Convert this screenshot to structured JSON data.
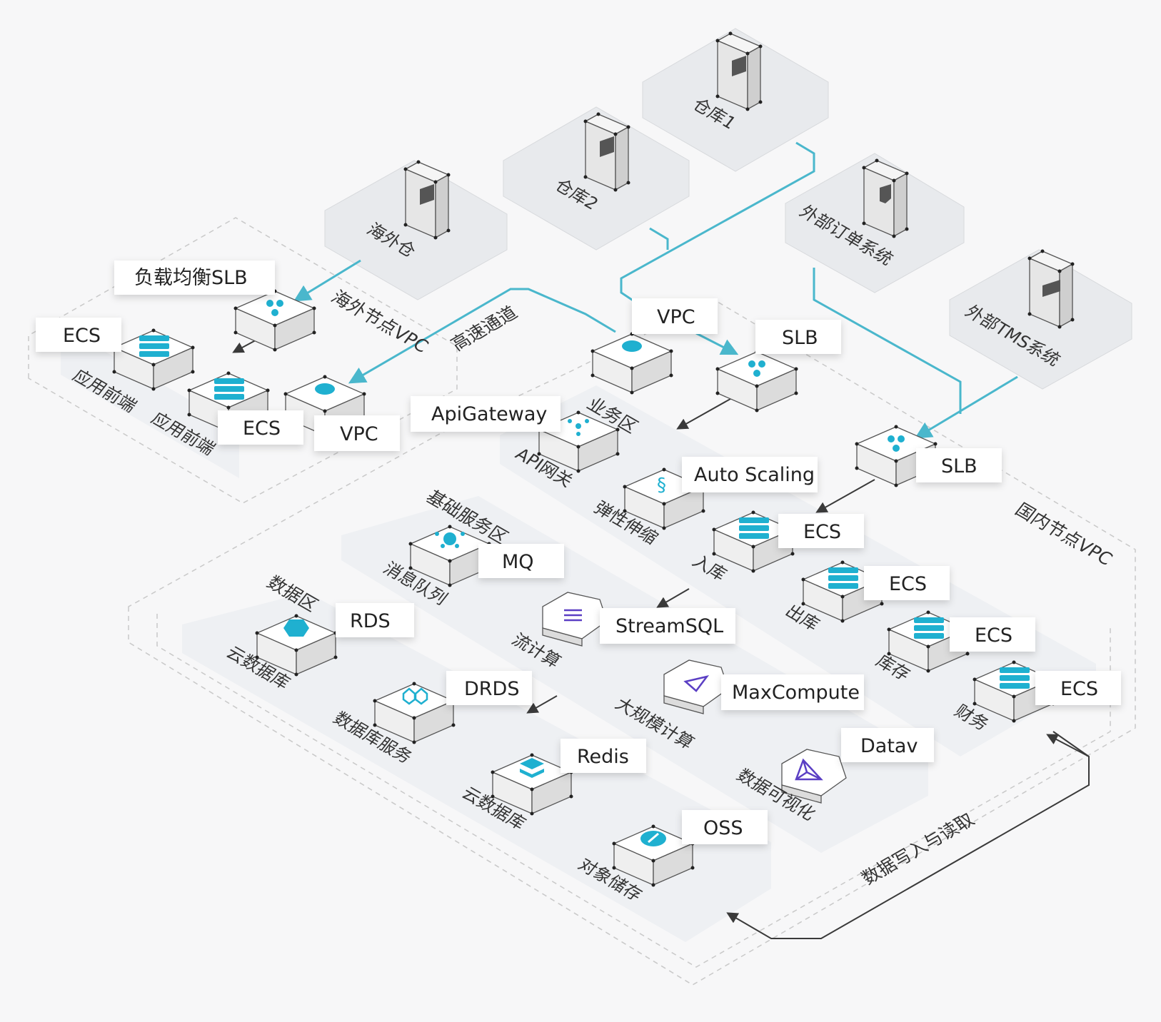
{
  "external": {
    "warehouse1": "仓库1",
    "warehouse2": "仓库2",
    "overseas_warehouse": "海外仓",
    "order_system": "外部订单系统",
    "tms_system": "外部TMS系统"
  },
  "zones": {
    "overseas_vpc": "海外节点VPC",
    "domestic_vpc": "国内节点VPC",
    "express_channel": "高速通道",
    "business_area": "业务区",
    "base_service_area": "基础服务区",
    "data_area": "数据区",
    "data_rw": "数据写入与读取"
  },
  "overseas": {
    "slb_callout": "负载均衡SLB",
    "ecs1_callout": "ECS",
    "ecs1_label": "应用前端",
    "ecs2_callout": "ECS",
    "ecs2_label": "应用前端",
    "vpc_callout": "VPC"
  },
  "domestic": {
    "vpc_callout": "VPC",
    "slb_callout": "SLB",
    "slb2_callout": "SLB",
    "api_callout": "ApiGateway",
    "api_label": "API网关",
    "autoscaling_callout": "Auto Scaling",
    "autoscaling_label": "弹性伸缩",
    "ecs_in_callout": "ECS",
    "ecs_in_label": "入库",
    "ecs_out_callout": "ECS",
    "ecs_out_label": "出库",
    "ecs_stock_callout": "ECS",
    "ecs_stock_label": "库存",
    "ecs_fin_callout": "ECS",
    "ecs_fin_label": "财务"
  },
  "base": {
    "mq_callout": "MQ",
    "mq_label": "消息队列",
    "stream_callout": "StreamSQL",
    "stream_label": "流计算",
    "maxcompute_callout": "MaxCompute",
    "maxcompute_label": "大规模计算",
    "datav_callout": "Datav",
    "datav_label": "数据可视化"
  },
  "data": {
    "rds_callout": "RDS",
    "rds_label": "云数据库",
    "drds_callout": "DRDS",
    "drds_label": "数据库服务",
    "redis_callout": "Redis",
    "redis_label": "云数据库",
    "oss_callout": "OSS",
    "oss_label": "对象储存"
  },
  "colors": {
    "accent": "#1fb0d0",
    "purple": "#5b3fc4",
    "flow": "#4ab7cc"
  }
}
